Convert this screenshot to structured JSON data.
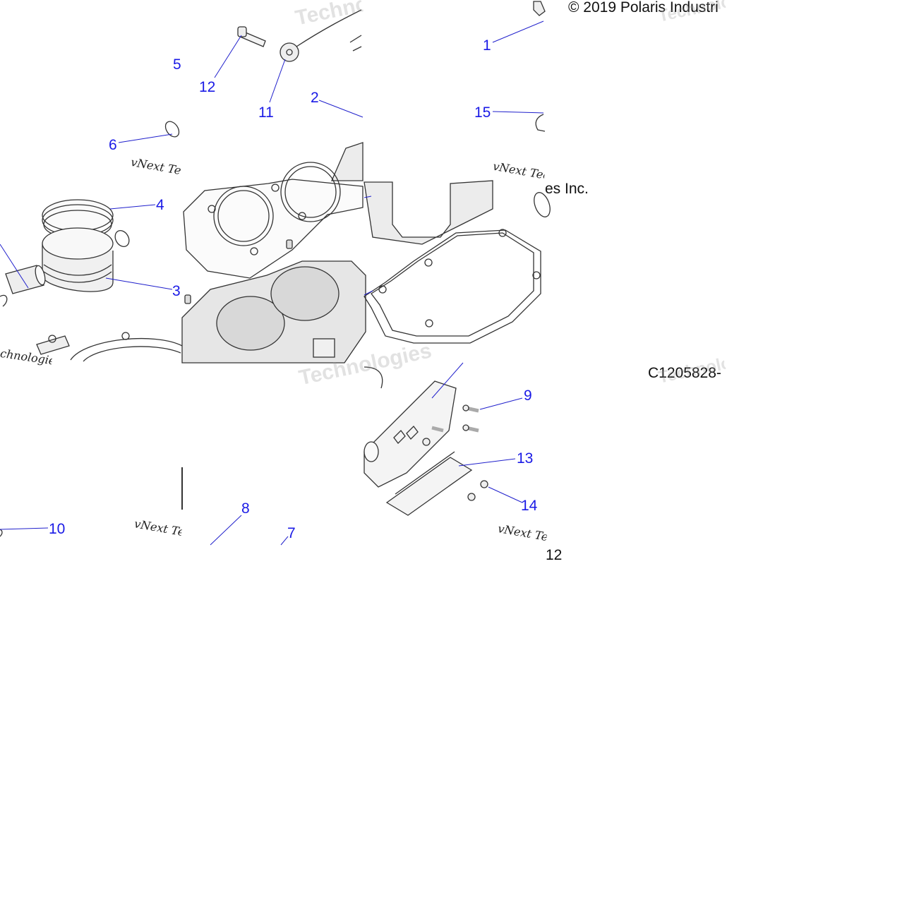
{
  "diagram": {
    "copyright": "© 2019 Polaris Industri",
    "copyright_tail": "es Inc.",
    "drawing_number": "C1205828-",
    "callouts": {
      "n1": "1",
      "n2": "2",
      "n3": "3",
      "n4": "4",
      "n5": "5",
      "n6": "6",
      "n7": "7",
      "n8": "8",
      "n9": "9",
      "n10": "10",
      "n11": "11",
      "n12": "12",
      "n13": "13",
      "n14": "14",
      "n15": "15",
      "n16": "12"
    },
    "watermarks": {
      "serif_a": "vNext Te",
      "serif_b": "vNext Tec",
      "serif_c": "chnologies",
      "serif_d": "vNext Te",
      "serif_e": "vNext Te",
      "ghost": "Technologies"
    },
    "line_color": "#2020cc",
    "drawing_color": "#333333"
  }
}
